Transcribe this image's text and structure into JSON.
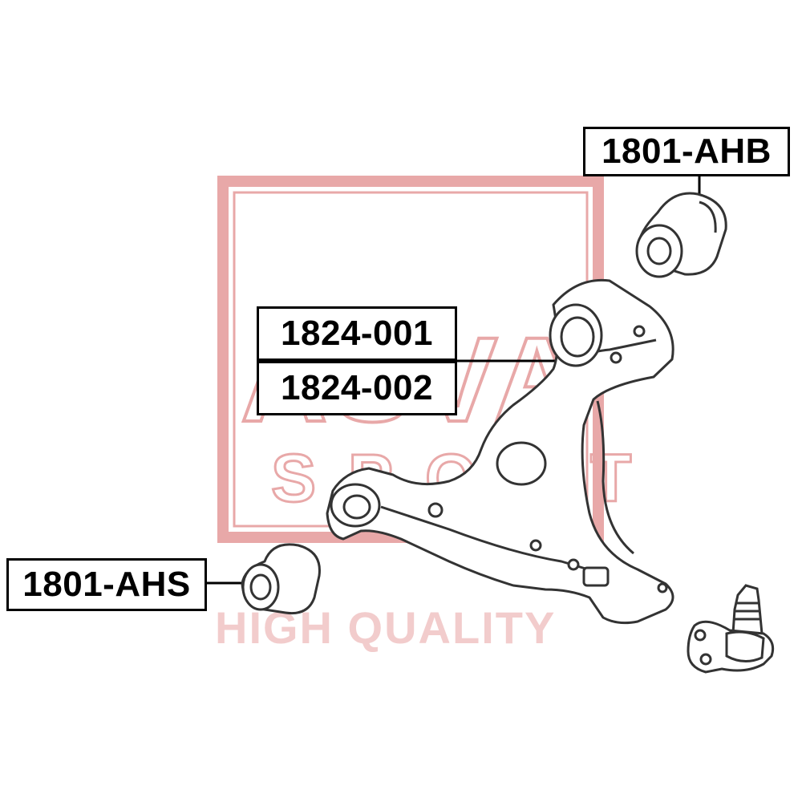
{
  "watermark": {
    "brand": "ASVA",
    "sub": "SPORT",
    "tagline": "HIGH QUALITY",
    "color": "#e8a8a8"
  },
  "labels": {
    "upper_bushing": "1801-AHB",
    "arm_left": "1824-001",
    "arm_right": "1824-002",
    "front_bushing": "1801-AHS"
  },
  "colors": {
    "line": "#333333",
    "part_fill": "#ffffff",
    "leader": "#000000"
  }
}
